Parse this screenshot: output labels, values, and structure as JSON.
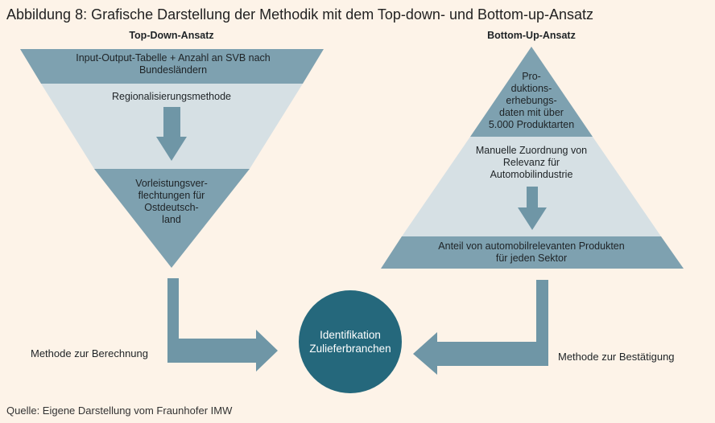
{
  "title": "Abbildung 8: Grafische Darstellung der Methodik mit dem Top-down- und Bottom-up-Ansatz",
  "top_down": {
    "heading": "Top-Down-Ansatz",
    "level1": "Input-Output-Tabelle + Anzahl an SVB nach Bundesländern",
    "level2": "Regionalisierungsmethode",
    "level3": "Vorleistungsver-\nflechtungen für\nOstdeutsch-\nland"
  },
  "bottom_up": {
    "heading": "Bottom-Up-Ansatz",
    "level1": "Pro-\nduktions-\nerhebungs-\ndaten mit über\n5.000 Produktarten",
    "level2": "Manuelle Zuordnung von\nRelevanz für\nAutomobilindustrie",
    "level3": "Anteil von automobilrelevanten Produkten\nfür jeden Sektor"
  },
  "center": {
    "label": "Identifikation\nZulieferbranchen"
  },
  "left_label": "Methode zur Berechnung",
  "right_label": "Methode zur Bestätigung",
  "source": "Quelle: Eigene Darstellung vom Fraunhofer IMW",
  "colors": {
    "background": "#fdf3e8",
    "dark_band": "#7ea1b0",
    "light_band": "#d6e0e4",
    "arrow": "#6f96a6",
    "circle": "#25687c"
  }
}
